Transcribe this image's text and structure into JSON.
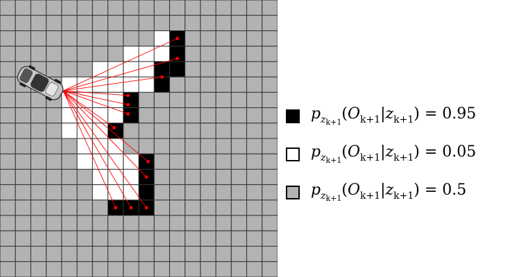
{
  "map": {
    "rows": 18,
    "cols": 18,
    "colors": {
      "occupied": "#000000",
      "free": "#ffffff",
      "unknown": "#b3b3b3",
      "line": "#333333",
      "beam": "#ff0000"
    },
    "occupied_cells": [
      [
        2,
        11
      ],
      [
        3,
        11
      ],
      [
        4,
        11
      ],
      [
        4,
        10
      ],
      [
        5,
        10
      ],
      [
        6,
        8
      ],
      [
        7,
        8
      ],
      [
        8,
        7
      ],
      [
        10,
        9
      ],
      [
        11,
        9
      ],
      [
        12,
        9
      ],
      [
        13,
        9
      ],
      [
        13,
        8
      ],
      [
        13,
        7
      ]
    ],
    "free_cells": [
      [
        2,
        10
      ],
      [
        3,
        8
      ],
      [
        3,
        9
      ],
      [
        3,
        10
      ],
      [
        4,
        6
      ],
      [
        4,
        7
      ],
      [
        4,
        8
      ],
      [
        4,
        9
      ],
      [
        5,
        4
      ],
      [
        5,
        5
      ],
      [
        5,
        6
      ],
      [
        5,
        7
      ],
      [
        5,
        8
      ],
      [
        5,
        9
      ],
      [
        6,
        4
      ],
      [
        6,
        5
      ],
      [
        6,
        6
      ],
      [
        6,
        7
      ],
      [
        7,
        4
      ],
      [
        7,
        5
      ],
      [
        7,
        6
      ],
      [
        7,
        7
      ],
      [
        8,
        4
      ],
      [
        8,
        5
      ],
      [
        8,
        6
      ],
      [
        9,
        5
      ],
      [
        9,
        6
      ],
      [
        9,
        7
      ],
      [
        10,
        5
      ],
      [
        10,
        6
      ],
      [
        10,
        7
      ],
      [
        10,
        8
      ],
      [
        11,
        6
      ],
      [
        11,
        7
      ],
      [
        11,
        8
      ],
      [
        12,
        6
      ],
      [
        12,
        7
      ],
      [
        12,
        8
      ]
    ],
    "vehicle": {
      "row": 5,
      "col": 2,
      "icon": "car-icon"
    },
    "beam_endpoints": [
      {
        "row": 2.5,
        "col": 11.5
      },
      {
        "row": 3.8,
        "col": 11.5
      },
      {
        "row": 5.0,
        "col": 10.5
      },
      {
        "row": 6.2,
        "col": 8.3
      },
      {
        "row": 6.8,
        "col": 8.3
      },
      {
        "row": 7.4,
        "col": 8.3
      },
      {
        "row": 8.3,
        "col": 7.4
      },
      {
        "row": 10.5,
        "col": 9.6
      },
      {
        "row": 11.5,
        "col": 9.5
      },
      {
        "row": 13.5,
        "col": 9.5
      },
      {
        "row": 13.5,
        "col": 8.5
      },
      {
        "row": 13.5,
        "col": 7.5
      }
    ]
  },
  "legend": [
    {
      "swatch": "#000000",
      "base": "p",
      "value": "0.95"
    },
    {
      "swatch": "#ffffff",
      "base": "p",
      "value": "0.05"
    },
    {
      "swatch": "#b3b3b3",
      "base": "p",
      "value": "0.5"
    }
  ],
  "legend_text": {
    "sub_main": "z",
    "sub_sub": "k+1",
    "open": "(",
    "O": "O",
    "O_sub": "k+1",
    "bar": "|",
    "z": "z",
    "z_sub": "k+1",
    "close": ")",
    "equals": " = "
  }
}
